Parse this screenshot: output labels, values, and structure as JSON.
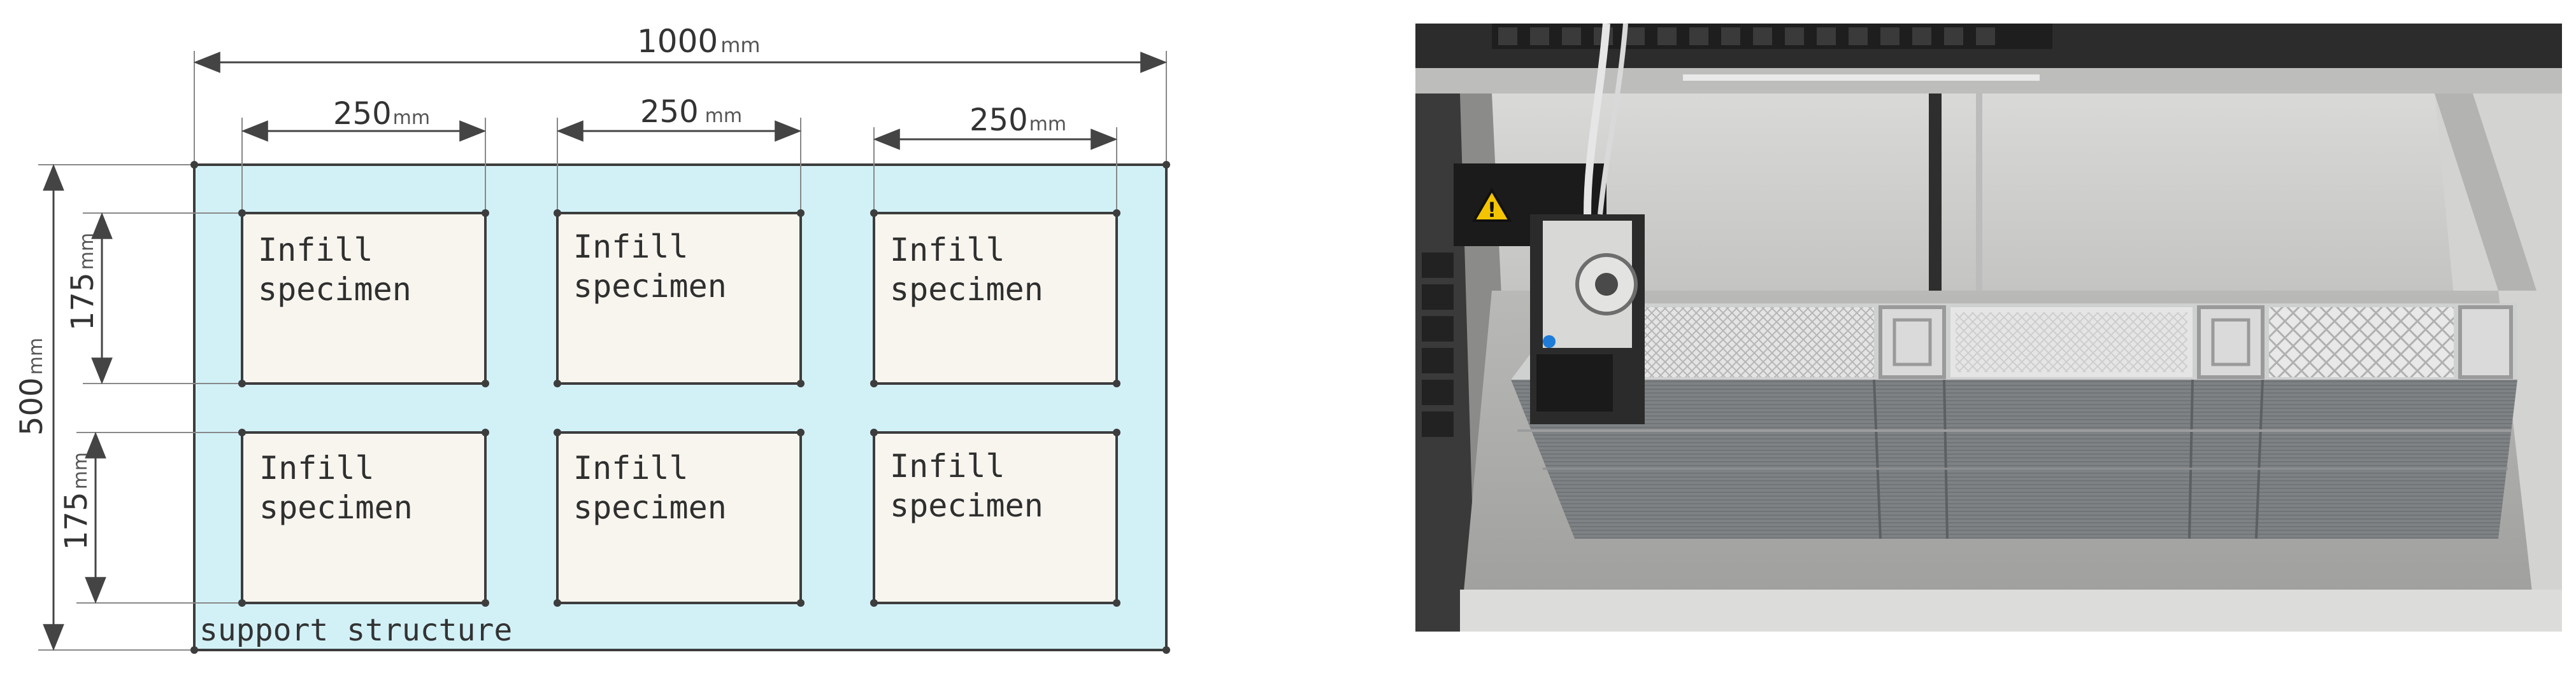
{
  "diagram": {
    "overall_width": {
      "value": "1000",
      "unit": "mm"
    },
    "overall_height": {
      "value": "500",
      "unit": "mm"
    },
    "column_widths": [
      {
        "value": "250",
        "unit": "mm"
      },
      {
        "value": "250",
        "unit": "mm"
      },
      {
        "value": "250",
        "unit": "mm"
      }
    ],
    "row_heights": [
      {
        "value": "175",
        "unit": "mm"
      },
      {
        "value": "175",
        "unit": "mm"
      }
    ],
    "specimens": [
      {
        "line1": "Infill",
        "line2": "specimen"
      },
      {
        "line1": "Infill",
        "line2": "specimen"
      },
      {
        "line1": "Infill",
        "line2": "specimen"
      },
      {
        "line1": "Infill",
        "line2": "specimen"
      },
      {
        "line1": "Infill",
        "line2": "specimen"
      },
      {
        "line1": "Infill",
        "line2": "specimen"
      }
    ],
    "support_label": "support structure",
    "colors": {
      "support_fill": "#d2f1f7",
      "specimen_fill": "#f7f5ee",
      "outline": "#3d3d3d",
      "dimension_line": "#555555"
    }
  },
  "photo": {
    "hazard_label": "warning-triangle"
  }
}
